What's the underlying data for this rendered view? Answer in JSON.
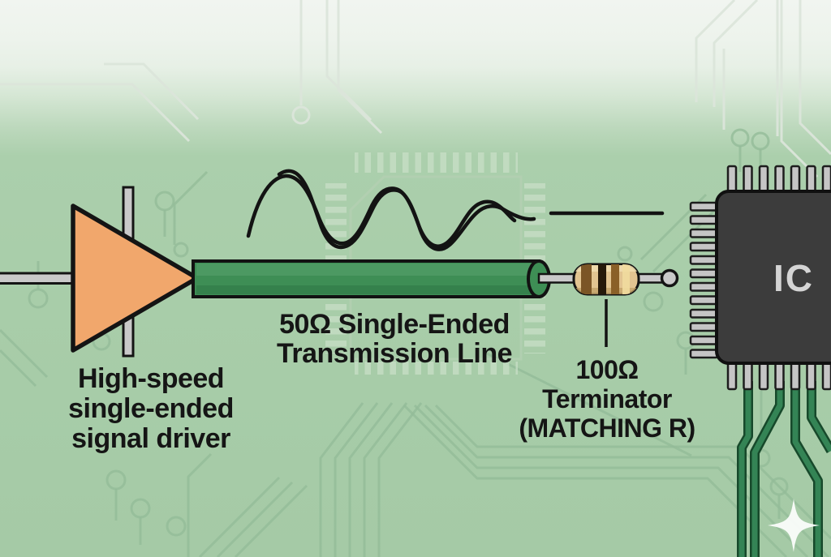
{
  "labels": {
    "driver": {
      "lines": [
        "High-speed",
        "single-ended",
        "signal driver"
      ]
    },
    "transmission_line": {
      "lines": [
        "50Ω Single-Ended",
        "Transmission Line"
      ]
    },
    "terminator": {
      "lines": [
        "100Ω",
        "Terminator",
        "(MATCHING R)"
      ]
    },
    "ic": {
      "label": "IC"
    }
  },
  "colors": {
    "board_green": "#a8cda9",
    "board_top_fade": "#f1f5f0",
    "faint_trace_green": "#94bc98",
    "signal_black": "#131313",
    "driver_orange": "#f1a76c",
    "line_green": "#3e8e55",
    "wire_gray": "#c9c9c9",
    "resistor_body_tan": "#e2c491",
    "resistor_band_brown": "#7b5526",
    "resistor_band_black": "#26190a",
    "resistor_band_brown2": "#8a6028",
    "ic_body_gray": "#3c3c3c",
    "ic_pin_gray": "#c5c5c5",
    "ic_text_gray": "#d4d4d4",
    "pcb_trace_dark_green": "#348455",
    "sparkle_white": "#ffffff"
  }
}
